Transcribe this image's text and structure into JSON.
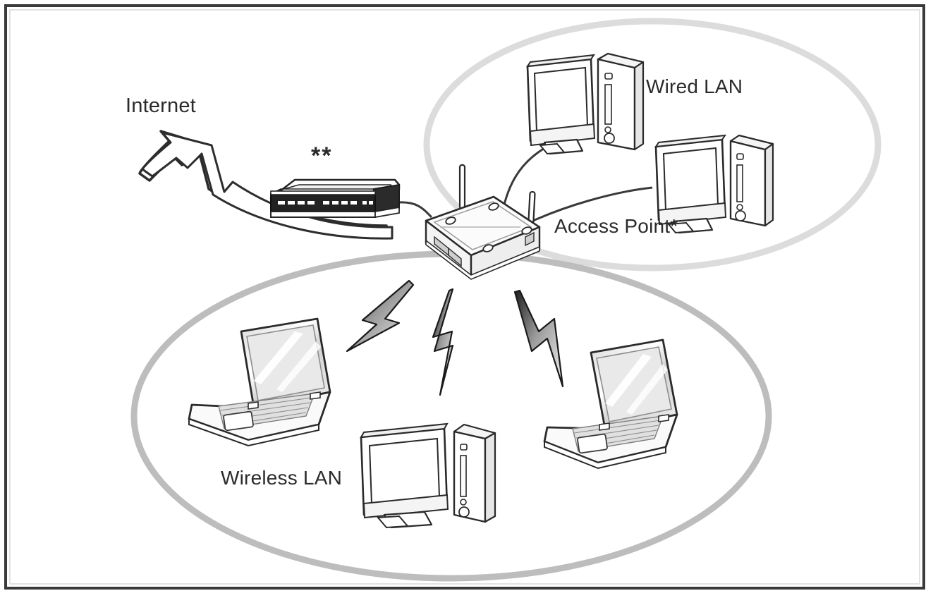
{
  "diagram": {
    "type": "network-topology",
    "title": "Wireless and Wired LAN network topology via Access Point",
    "background_color": "#ffffff",
    "border_color": "#3a3a3a",
    "labels": {
      "internet": "Internet",
      "modem_footnote": "**",
      "access_point": "Access Point*",
      "wired_lan": "Wired LAN",
      "wireless_lan": "Wireless LAN"
    },
    "zones": [
      {
        "name": "wired-lan-zone",
        "label": "Wired LAN",
        "shape": "ellipse",
        "stroke_color": "#dcdcdc",
        "devices": [
          "desktop-computer-top",
          "desktop-computer-right"
        ]
      },
      {
        "name": "wireless-lan-zone",
        "label": "Wireless LAN",
        "shape": "ellipse",
        "stroke_color": "#b9b9b9",
        "devices": [
          "laptop-left",
          "desktop-computer-bottom",
          "laptop-right"
        ]
      }
    ],
    "devices": [
      {
        "name": "internet-arrow",
        "label": "Internet",
        "kind": "arrow"
      },
      {
        "name": "modem",
        "label": "**",
        "kind": "modem-router"
      },
      {
        "name": "access-point",
        "label": "Access Point*",
        "kind": "wireless-access-point",
        "antennas": 2
      },
      {
        "name": "desktop-computer-top",
        "kind": "desktop-pc",
        "zone": "wired-lan-zone"
      },
      {
        "name": "desktop-computer-right",
        "kind": "desktop-pc",
        "zone": "wired-lan-zone"
      },
      {
        "name": "laptop-left",
        "kind": "laptop",
        "zone": "wireless-lan-zone"
      },
      {
        "name": "desktop-computer-bottom",
        "kind": "desktop-pc",
        "zone": "wireless-lan-zone"
      },
      {
        "name": "laptop-right",
        "kind": "laptop",
        "zone": "wireless-lan-zone"
      }
    ],
    "connections": [
      {
        "name": "modem-to-internet",
        "kind": "arrow",
        "from": "modem",
        "to": "internet"
      },
      {
        "name": "modem-to-access-point",
        "kind": "cable",
        "from": "modem",
        "to": "access-point"
      },
      {
        "name": "access-point-to-desktop-top",
        "kind": "cable",
        "from": "access-point",
        "to": "desktop-computer-top"
      },
      {
        "name": "access-point-to-desktop-right",
        "kind": "cable",
        "from": "access-point",
        "to": "desktop-computer-right"
      },
      {
        "name": "wireless-link-left",
        "kind": "wireless-bolt",
        "from": "access-point",
        "to": "laptop-left"
      },
      {
        "name": "wireless-link-center",
        "kind": "wireless-bolt",
        "from": "access-point",
        "to": "desktop-computer-bottom"
      },
      {
        "name": "wireless-link-right",
        "kind": "wireless-bolt",
        "from": "access-point",
        "to": "laptop-right"
      }
    ]
  }
}
